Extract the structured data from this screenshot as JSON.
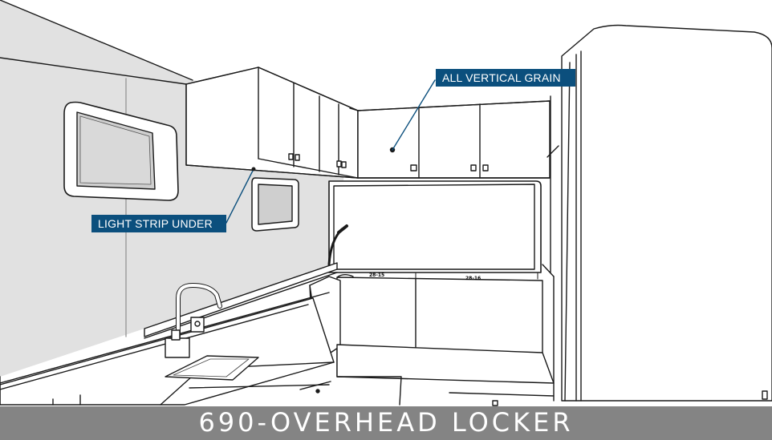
{
  "callouts": {
    "top": "ALL VERTICAL GRAIN",
    "left": "LIGHT STRIP UNDER"
  },
  "dimension_labels": {
    "left_panel": "28-15",
    "right_panel": "28-16"
  },
  "footer": {
    "title": "690-OVERHEAD LOCKER"
  },
  "colors": {
    "callout_bg": "#0b4f7d",
    "footer_bg": "#7a7a7a",
    "wall_fill": "#e1e1e1",
    "line": "#1a1a1a"
  },
  "icons": {
    "faucet": "faucet-icon",
    "reading_light": "reading-light-icon"
  }
}
